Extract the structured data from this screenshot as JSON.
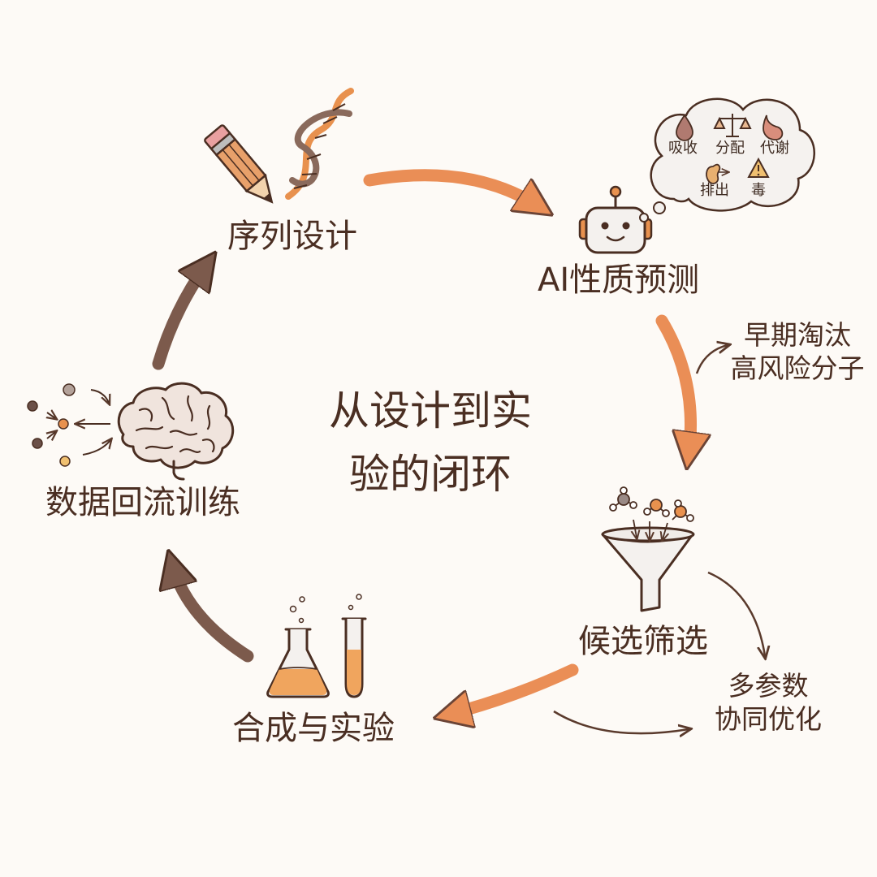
{
  "center_title": {
    "line1": "从设计到实",
    "line2": "验的闭环"
  },
  "stages": {
    "sequence_design": "序列设计",
    "ai_prediction": "AI性质预测",
    "candidate_screening": "候选筛选",
    "synthesis_experiment": "合成与实验",
    "data_feedback_training": "数据回流训练"
  },
  "notes": {
    "early_elimination": {
      "line1": "早期淘汰",
      "line2": "高风险分子"
    },
    "multi_param": {
      "line1": "多参数",
      "line2": "协同优化"
    }
  },
  "thought_bubble": {
    "absorption": "吸收",
    "distribution": "分配",
    "metabolism": "代谢",
    "excretion": "排出",
    "toxicity": "毒"
  },
  "colors": {
    "ink": "#4a2e22",
    "orange_arrow": "#ea8e56",
    "brown_arrow": "#7c5a4c",
    "liquid": "#f0a55e",
    "background": "#fdfaf6"
  }
}
